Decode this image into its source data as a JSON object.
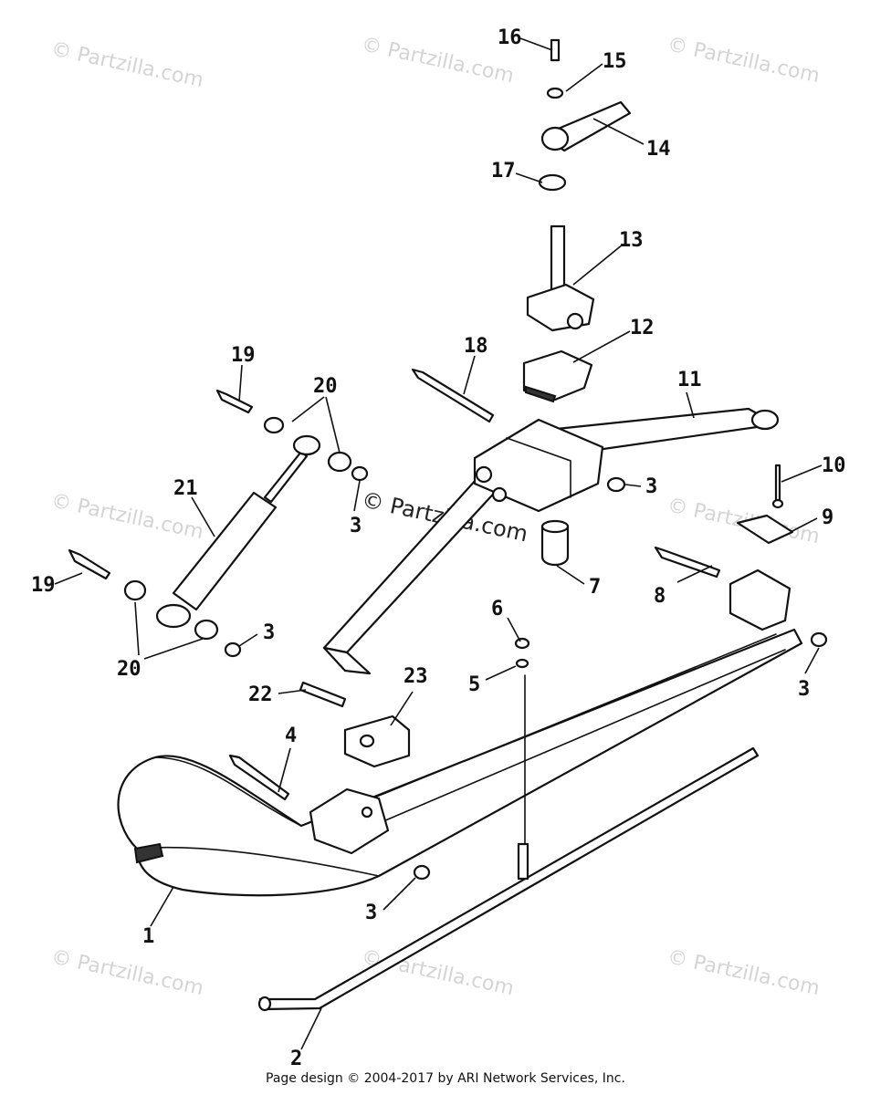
{
  "watermarks": {
    "corner": "© Partzilla.com",
    "center": "© Partzilla.com"
  },
  "callouts": {
    "c1": "1",
    "c2": "2",
    "c3a": "3",
    "c3b": "3",
    "c3c": "3",
    "c3d": "3",
    "c3e": "3",
    "c4": "4",
    "c5": "5",
    "c6": "6",
    "c7": "7",
    "c8": "8",
    "c9": "9",
    "c10": "10",
    "c11": "11",
    "c12": "12",
    "c13": "13",
    "c14": "14",
    "c15": "15",
    "c16": "16",
    "c17": "17",
    "c18": "18",
    "c19a": "19",
    "c19b": "19",
    "c20a": "20",
    "c20b": "20",
    "c21": "21",
    "c22": "22",
    "c23": "23"
  },
  "footer": "Page design © 2004-2017 by ARI Network Services, Inc."
}
